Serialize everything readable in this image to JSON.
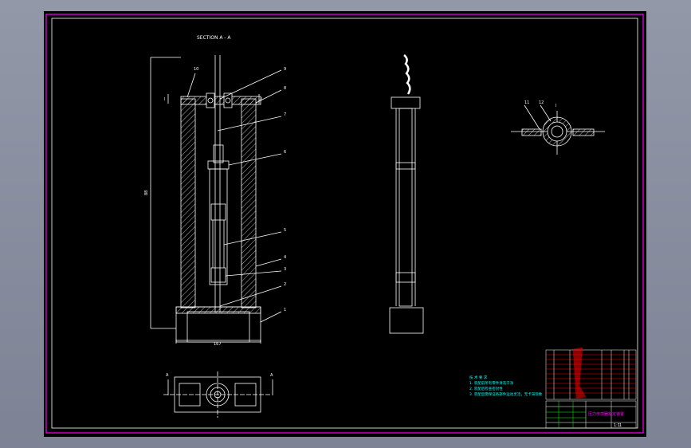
{
  "section_title": "SECTION A - A",
  "dimensions": {
    "height": "88",
    "width": "167"
  },
  "section_markers": [
    "A",
    "A"
  ],
  "side_marks": [
    "I",
    "I"
  ],
  "detail_mark": "I",
  "part_labels": [
    "10",
    "9",
    "8",
    "7",
    "6",
    "5",
    "4",
    "3",
    "2",
    "1"
  ],
  "detail_labels": [
    "11",
    "12"
  ],
  "tech_notes": {
    "title": "技 术 要 求",
    "lines": [
      "1. 装配前所有零件清洗干净",
      "2. 装配后检查密封性",
      "3. 装配后需保证各部件运动灵活，无卡滞现象"
    ]
  },
  "title_block": {
    "scale": "1:1",
    "sheet": "1",
    "drawing_name": "压力传感器标定装置"
  },
  "colors": {
    "frame": "#ff00ff",
    "lines": "#ffffff",
    "hatch": "#ffffff",
    "table_red": "#ff0000",
    "table_green": "#00ff00",
    "notes": "#00ffff"
  }
}
